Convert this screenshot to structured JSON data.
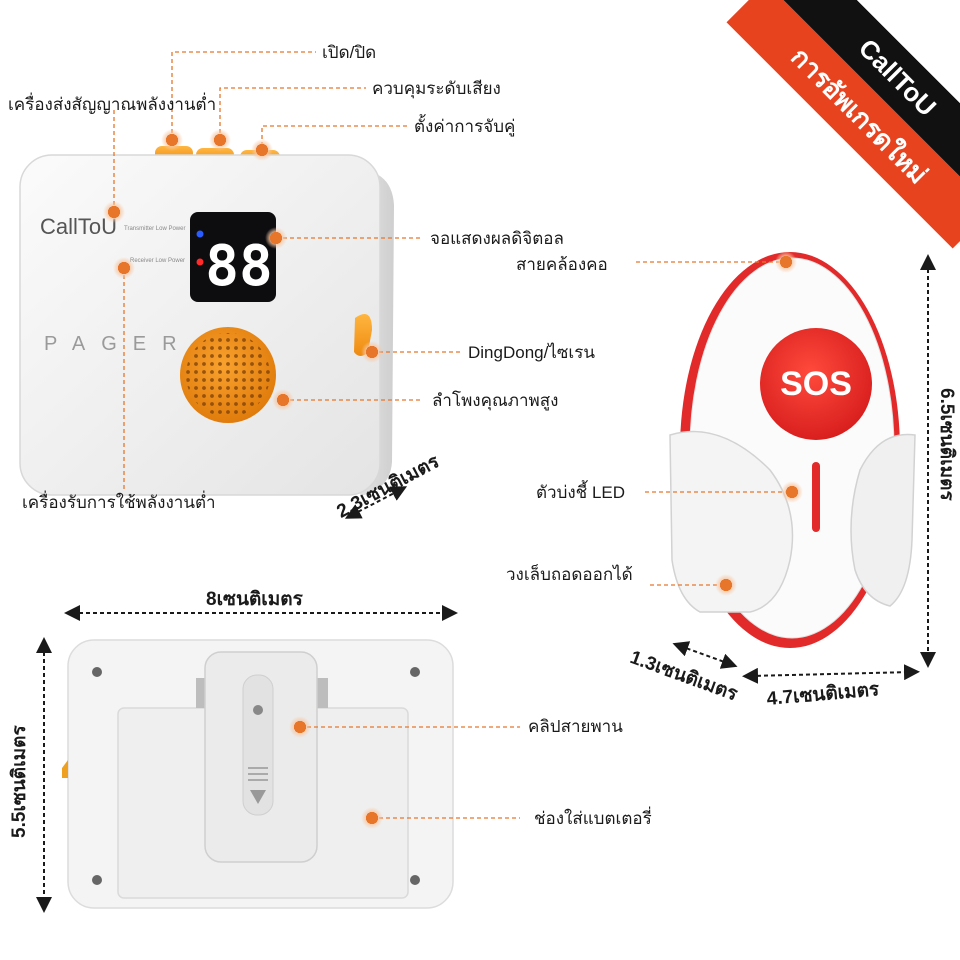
{
  "brand": {
    "logo_text": "CallToU",
    "banner_subtitle": "การอัพเกรดใหม่",
    "accent_color": "#f0a020",
    "banner_red": "#e8431f"
  },
  "pager": {
    "device_logo": "CallToU",
    "device_model": "PAGER",
    "display_digits": "88",
    "transmitter_indicator": "Transmitter Low Power",
    "receiver_indicator": "Receiver Low Power"
  },
  "callouts": {
    "power": "เปิด/ปิด",
    "volume": "ควบคุมระดับเสียง",
    "transmitter_low_power": "เครื่องส่งสัญญาณพลังงานต่ำ",
    "pairing": "ตั้งค่าการจับคู่",
    "digital_display": "จอแสดงผลดิจิตอล",
    "dingdong_siren": "DingDong/ไซเรน",
    "speaker": "ลำโพงคุณภาพสูง",
    "receiver_low_power": "เครื่องรับการใช้พลังงานต่ำ",
    "lanyard": "สายคล้องคอ",
    "led_indicator": "ตัวบ่งชี้ LED",
    "removable_ring": "วงเล็บถอดออกได้",
    "belt_clip": "คลิปสายพาน",
    "battery": "ช่องใส่แบตเตอรี่"
  },
  "button": {
    "sos_label": "SOS",
    "sos_color": "#e82a2a"
  },
  "dimensions": {
    "pager_depth": "2.3เซนติเมตร",
    "pager_width": "8เซนติเมตร",
    "pager_height": "5.5เซนติเมตร",
    "button_height": "6.5เซนติเมตร",
    "button_depth": "1.3เซนติเมตร",
    "button_width": "4.7เซนติเมตร"
  }
}
